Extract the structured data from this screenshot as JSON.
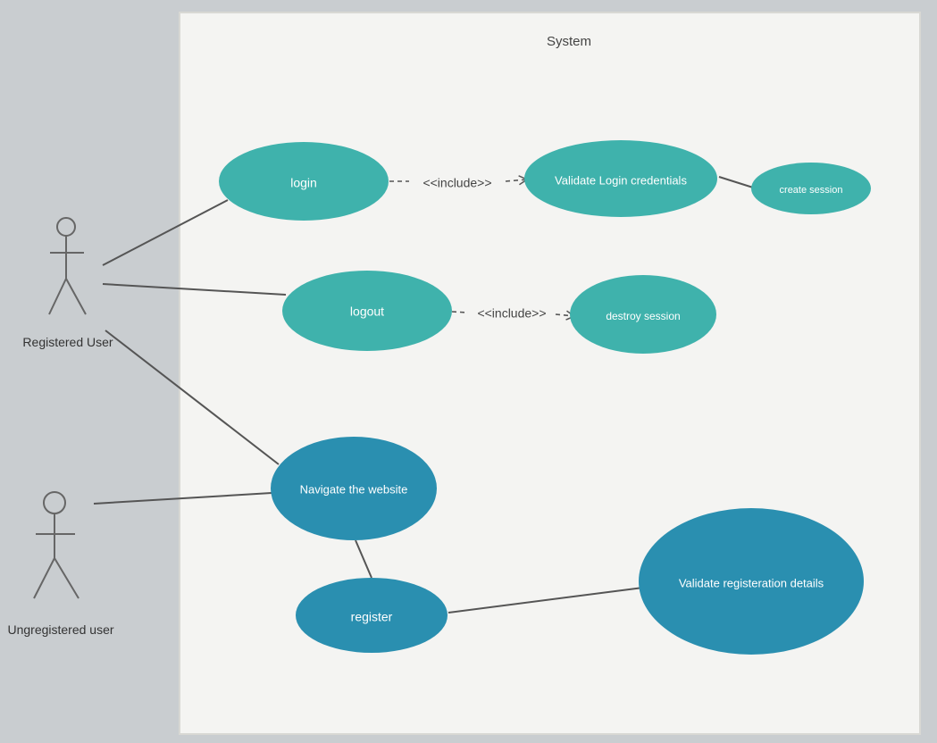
{
  "diagram": {
    "title": "System",
    "actors": [
      {
        "id": "registered",
        "label": "Registered User"
      },
      {
        "id": "unregistered",
        "label": "Ungregistered user"
      }
    ],
    "use_cases": [
      {
        "id": "login",
        "label": "login"
      },
      {
        "id": "validate_login",
        "label": "Validate Login credentials"
      },
      {
        "id": "create_session",
        "label": "create session"
      },
      {
        "id": "logout",
        "label": "logout"
      },
      {
        "id": "destroy_session",
        "label": "destroy session"
      },
      {
        "id": "navigate",
        "label": "Navigate the website"
      },
      {
        "id": "register",
        "label": "register"
      },
      {
        "id": "validate_reg",
        "label": "Validate registeration details"
      }
    ],
    "include_label": "<<include>>",
    "colors": {
      "teal": "#3fb2ac",
      "blue": "#2a8fb0",
      "line": "#555555",
      "system_box": "#f5f5f3"
    }
  }
}
